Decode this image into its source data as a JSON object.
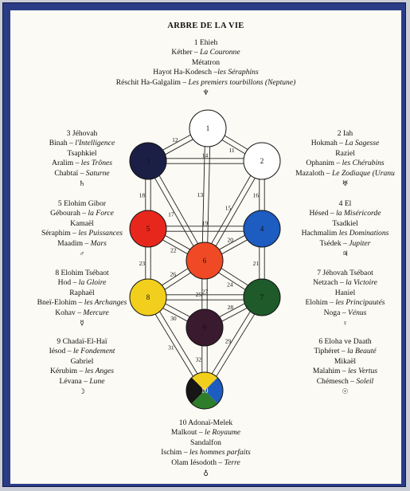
{
  "title": "ARBRE DE LA VIE",
  "top_block": {
    "l1": "1 Ehieh",
    "l2a": "Kéther – ",
    "l2b": "La Couronne",
    "l3": "Métatron",
    "l4a": "Hayot Ha-Kodesch –",
    "l4b": "les Séraphins",
    "l5a": "Réschit Ha-Galgalim – ",
    "l5b": "Les premiers tourbillons (Neptune)",
    "sym": "♆"
  },
  "sephiroth": {
    "s2": {
      "l1": "2 Iah",
      "l2a": "Hokmah – ",
      "l2b": "La Sagesse",
      "l3": "Raziel",
      "l4a": "Ophanim – ",
      "l4b": "les Chérubins",
      "l5a": "Mazaloth – ",
      "l5b": "Le Zodiaque (Uranu",
      "sym": "♅"
    },
    "s3": {
      "l1": "3 Jéhovah",
      "l2a": "Binah – ",
      "l2b": "l'Intelligence",
      "l3": "Tsaphkiel",
      "l4a": "Aralim – ",
      "l4b": "les Trônes",
      "l5a": "Chabtaï – ",
      "l5b": "Saturne",
      "sym": "♄"
    },
    "s4": {
      "l1": "4 El",
      "l2a": "Hésed – ",
      "l2b": "la Miséricorde",
      "l3": "Tsadkiel",
      "l4a": "Hachmalim ",
      "l4b": "les Dominations",
      "l5a": "Tsédek – ",
      "l5b": "Jupiter",
      "sym": "♃"
    },
    "s5": {
      "l1": "5 Elohim Gibor",
      "l2a": "Gébourah – ",
      "l2b": "la Force",
      "l3": "Kamaël",
      "l4a": "Séraphim – ",
      "l4b": "les Puissances",
      "l5a": "Maadim – ",
      "l5b": "Mars",
      "sym": "♂"
    },
    "s6": {
      "l1": "6 Eloha ve Daath",
      "l2a": "Tiphéret – ",
      "l2b": "la Beauté",
      "l3": "Mikaël",
      "l4a": "Malahim – ",
      "l4b": "les Vertus",
      "l5a": "Chémesch – ",
      "l5b": "Soleil",
      "sym": "☉"
    },
    "s7": {
      "l1": "7 Jéhovah Tsébaot",
      "l2a": "Netzach – ",
      "l2b": "la Victoire",
      "l3": "Haniel",
      "l4a": "Elohim – ",
      "l4b": "les Principautés",
      "l5a": "Noga – ",
      "l5b": "Vénus",
      "sym": "♀"
    },
    "s8": {
      "l1": "8 Elohim Tsébaot",
      "l2a": "Hod – ",
      "l2b": "la Gloire",
      "l3": "Raphaël",
      "l4a": "Bneï-Elohim – ",
      "l4b": "les Archanges",
      "l5a": "Kohav – ",
      "l5b": "Mercure",
      "sym": "☿"
    },
    "s9": {
      "l1": "9 Chadaï-El-Haï",
      "l2a": "Iésod – ",
      "l2b": "le Fondement",
      "l3": "Gabriel",
      "l4a": "Kérubim – ",
      "l4b": "les Anges",
      "l5a": "Lévana – ",
      "l5b": "Lune",
      "sym": "☽"
    },
    "s10": {
      "l1": "10 Adonaï-Melek",
      "l2a": "Malkout – ",
      "l2b": "le Royaume",
      "l3": "Sandalfon",
      "l4a": "Ischim – ",
      "l4b": "les hommes parfaits",
      "l5a": "Olam Iésodoth – ",
      "l5b": "Terre",
      "sym": "♁"
    }
  },
  "nodes": [
    {
      "label": "1",
      "color": "#ffffff"
    },
    {
      "label": "2",
      "color": "#ffffff"
    },
    {
      "label": "3",
      "color": "#1c1f45"
    },
    {
      "label": "4",
      "color": "#1d5cc0"
    },
    {
      "label": "5",
      "color": "#e8271c"
    },
    {
      "label": "6",
      "color": "#ef4a25"
    },
    {
      "label": "7",
      "color": "#1f5a2a"
    },
    {
      "label": "8",
      "color": "#f2cf1c"
    },
    {
      "label": "9",
      "color": "#3a1a2e"
    },
    {
      "label": "10",
      "color": "#ffffff"
    }
  ],
  "malkuth_quadrants": [
    "#f2cf1c",
    "#1d5cc0",
    "#161616",
    "#2e7d2a"
  ],
  "paths": [
    "11",
    "12",
    "13",
    "14",
    "15",
    "16",
    "17",
    "18",
    "19",
    "20",
    "21",
    "22",
    "23",
    "24",
    "25",
    "26",
    "27",
    "28",
    "29",
    "30",
    "31",
    "32"
  ]
}
